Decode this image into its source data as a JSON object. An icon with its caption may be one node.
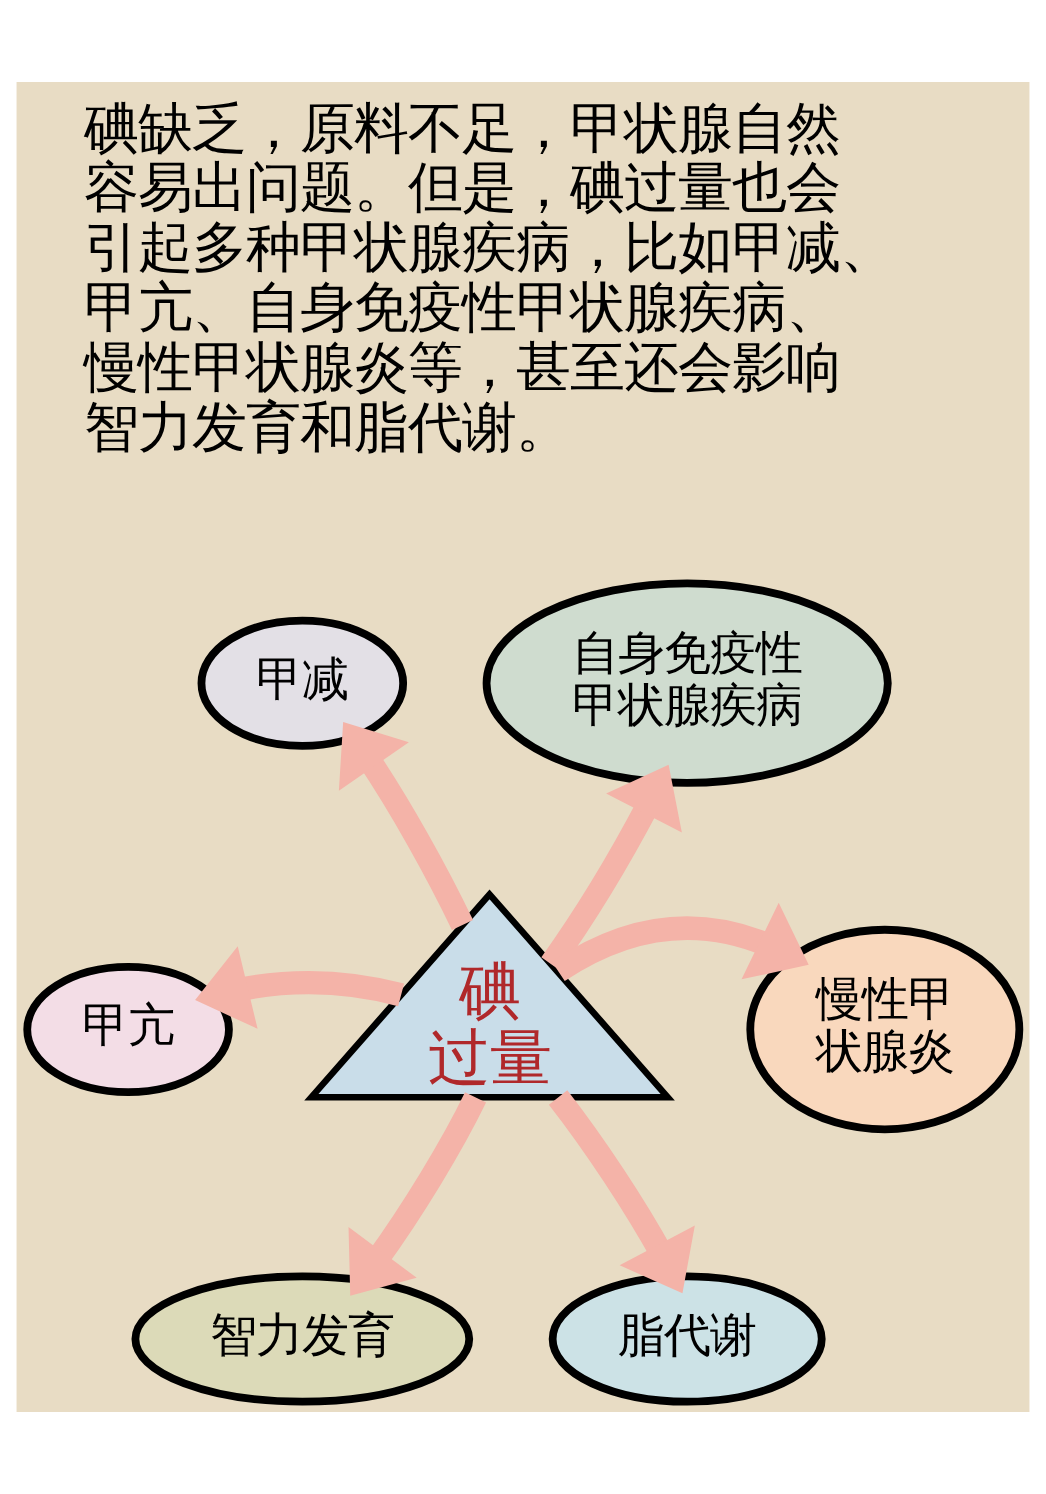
{
  "diagram": {
    "nodes": [
      {
        "text": [
          "甲减"
        ]
      },
      {
        "text": [
          "自身免疫性甲状腺疾病"
        ]
      },
      {
        "text": [
          "碘过量"
        ]
      },
      {
        "text": [
          "甲亢"
        ]
      },
      {
        "text": [
          "慢性甲状腺炎"
        ]
      },
      {
        "text": [
          "智力发育"
        ]
      },
      {
        "text": [
          "脂代谢"
        ]
      }
    ],
    "edges": [
      {
        "from": 2,
        "to": 0,
        "arrow": "to"
      },
      {
        "from": 2,
        "to": 1,
        "arrow": "to"
      },
      {
        "from": 2,
        "to": 3,
        "arrow": "to"
      },
      {
        "from": 2,
        "to": 4,
        "arrow": "to"
      },
      {
        "from": 2,
        "to": 5,
        "arrow": "to"
      },
      {
        "from": 2,
        "to": 6,
        "arrow": "to"
      }
    ],
    "labels": [
      "碘缺乏，原料不足，甲状腺自然容易出问题。但是，碘过量也会引起多种甲状腺疾病，比如甲减、甲亢、自身免疫性甲状腺疾病、慢性甲状腺炎等，甚至还会影响智力发育和脂代谢。"
    ]
  }
}
